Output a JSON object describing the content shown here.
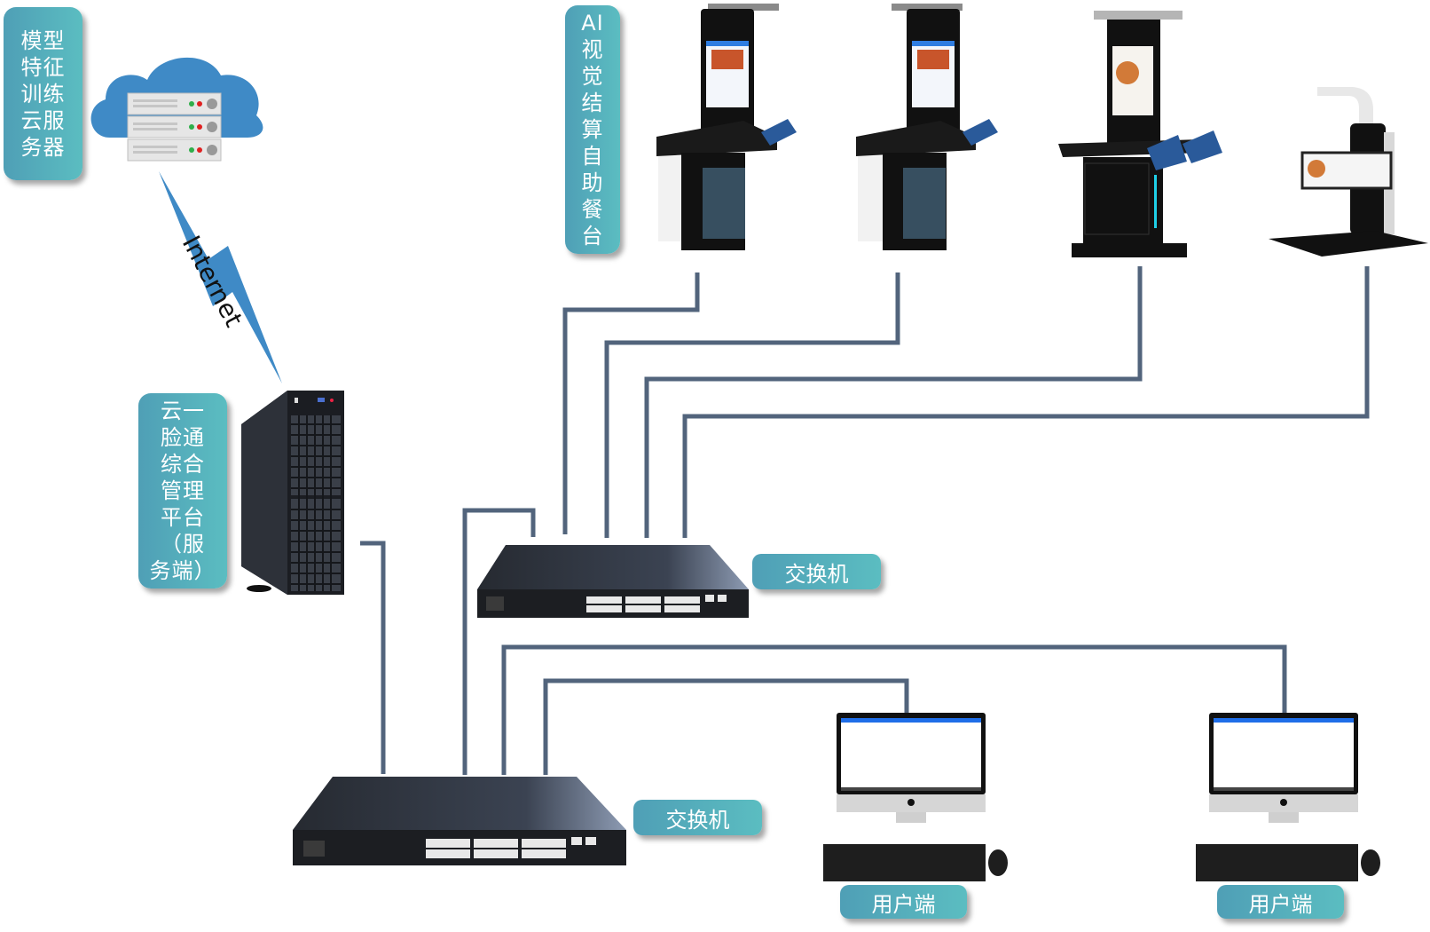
{
  "diagram": {
    "type": "network-topology",
    "labels": {
      "cloud_server": "模型特征训练云服务器",
      "cloud_server_lines": [
        "模型",
        "特征",
        "训练",
        "云服",
        "务器"
      ],
      "internet": "Internet",
      "kiosk_group": "AI视觉结算自助餐台",
      "kiosk_group_lines": [
        "AI",
        "视",
        "觉",
        "结",
        "算",
        "自",
        "助",
        "餐",
        "台"
      ],
      "platform_server": "云一脸通综合管理平台（服务端）",
      "platform_server_lines": [
        "云一",
        "脸通",
        "综合",
        "管理",
        "平台",
        "（服",
        "务端）"
      ],
      "switch_upper": "交换机",
      "switch_lower": "交换机",
      "client_1": "用户端",
      "client_2": "用户端"
    },
    "nodes": [
      {
        "id": "cloud-server",
        "kind": "cloud-server"
      },
      {
        "id": "platform-server",
        "kind": "tower-server"
      },
      {
        "id": "switch-upper",
        "kind": "switch"
      },
      {
        "id": "switch-lower",
        "kind": "switch"
      },
      {
        "id": "kiosk-1",
        "kind": "self-checkout-kiosk"
      },
      {
        "id": "kiosk-2",
        "kind": "self-checkout-kiosk"
      },
      {
        "id": "kiosk-3",
        "kind": "self-checkout-kiosk-dual-screen"
      },
      {
        "id": "kiosk-4",
        "kind": "self-checkout-counter"
      },
      {
        "id": "client-1",
        "kind": "desktop-pc"
      },
      {
        "id": "client-2",
        "kind": "desktop-pc"
      }
    ],
    "edges": [
      {
        "from": "cloud-server",
        "to": "platform-server",
        "type": "internet"
      },
      {
        "from": "platform-server",
        "to": "switch-lower",
        "type": "wired"
      },
      {
        "from": "switch-lower",
        "to": "switch-upper",
        "type": "wired"
      },
      {
        "from": "switch-upper",
        "to": "kiosk-1",
        "type": "wired"
      },
      {
        "from": "switch-upper",
        "to": "kiosk-2",
        "type": "wired"
      },
      {
        "from": "switch-upper",
        "to": "kiosk-3",
        "type": "wired"
      },
      {
        "from": "switch-upper",
        "to": "kiosk-4",
        "type": "wired"
      },
      {
        "from": "switch-lower",
        "to": "client-2",
        "type": "wired"
      },
      {
        "from": "switch-lower",
        "to": "client-1",
        "type": "wired"
      }
    ],
    "colors": {
      "wire": "#52647c",
      "label_gradient_start": "#4f9fb6",
      "label_gradient_end": "#5bbdc1",
      "cloud": "#3f8ac6",
      "lightning": "#3f8ac6",
      "device_dark": "#2a2e36"
    }
  }
}
